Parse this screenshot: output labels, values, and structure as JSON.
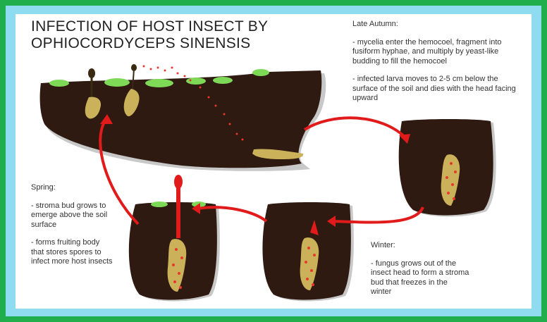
{
  "title": {
    "line1": "INFECTION OF HOST INSECT BY",
    "line2": "OPHIOCORDYCEPS SINENSIS"
  },
  "late_autumn": {
    "heading": "Late Autumn:",
    "items": [
      "- mycelia enter the hemocoel, fragment into fusiform hyphae, and multiply by yeast-like budding to fill the hemocoel",
      "- infected larva moves to 2-5 cm below the surface of the soil and dies with the head facing upward"
    ]
  },
  "spring": {
    "heading": "Spring:",
    "items": [
      "- stroma bud grows to emerge above the soil surface",
      "- forms fruiting body that stores spores to infect more host insects"
    ]
  },
  "winter": {
    "heading": "Winter:",
    "items": [
      "- fungus grows out of the insect head to form a stroma bud that freezes in the winter"
    ]
  },
  "colors": {
    "soil": "#2e1a10",
    "grass": "#7ed957",
    "larva": "#cbb25a",
    "spore": "#e8382e",
    "arrow": "#e11b1b",
    "outer_border": "#1fae4b",
    "inner_border": "#8fdcf0"
  }
}
